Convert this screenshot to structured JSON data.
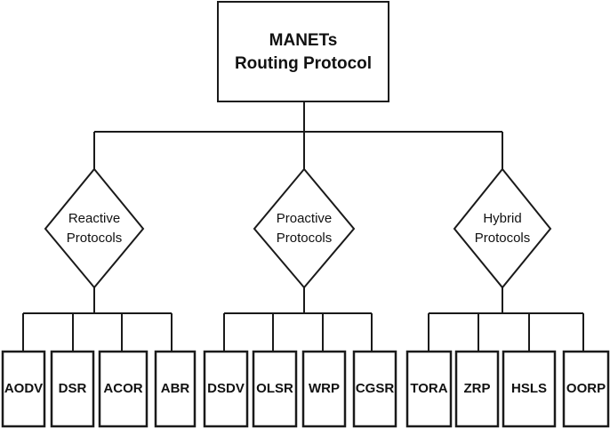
{
  "root": {
    "line1": "MANETs",
    "line2": "Routing Protocol"
  },
  "categories": [
    {
      "line1": "Reactive",
      "line2": "Protocols",
      "leaves": [
        "AODV",
        "DSR",
        "ACOR",
        "ABR"
      ]
    },
    {
      "line1": "Proactive",
      "line2": "Protocols",
      "leaves": [
        "DSDV",
        "OLSR",
        "WRP",
        "CGSR"
      ]
    },
    {
      "line1": "Hybrid",
      "line2": "Protocols",
      "leaves": [
        "TORA",
        "ZRP",
        "HSLS",
        "OORP"
      ]
    }
  ]
}
